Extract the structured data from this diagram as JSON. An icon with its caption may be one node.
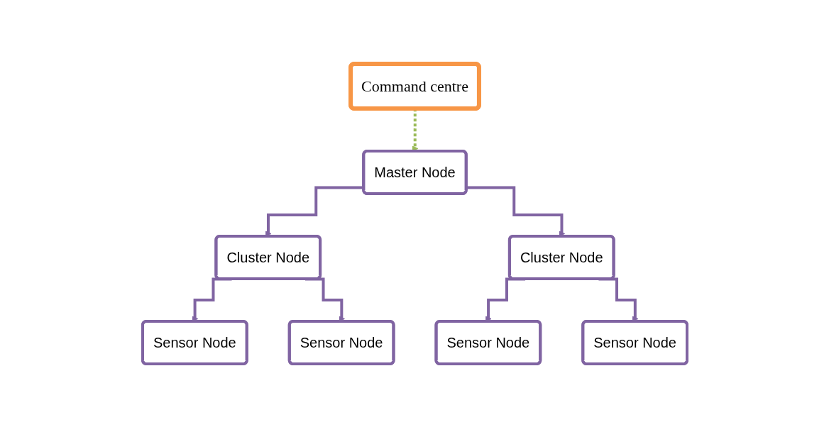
{
  "diagram": {
    "nodes": [
      {
        "text": [
          "Command centre"
        ]
      },
      {
        "text": [
          "Master Node"
        ]
      },
      {
        "text": [
          "Cluster Node"
        ]
      },
      {
        "text": [
          "Cluster Node"
        ]
      },
      {
        "text": [
          "Sensor Node"
        ]
      },
      {
        "text": [
          "Sensor Node"
        ]
      },
      {
        "text": [
          "Sensor Node"
        ]
      },
      {
        "text": [
          "Sensor Node"
        ]
      }
    ],
    "edges": [
      {
        "from": 0,
        "to": 1,
        "arrow": "to",
        "style": "dashed",
        "color": "#9bbb59"
      },
      {
        "from": 1,
        "to": 2,
        "arrow": "to"
      },
      {
        "from": 1,
        "to": 3,
        "arrow": "to"
      },
      {
        "from": 2,
        "to": 4,
        "arrow": "to"
      },
      {
        "from": 2,
        "to": 5,
        "arrow": "to"
      },
      {
        "from": 3,
        "to": 6,
        "arrow": "to"
      },
      {
        "from": 3,
        "to": 7,
        "arrow": "to"
      }
    ]
  }
}
